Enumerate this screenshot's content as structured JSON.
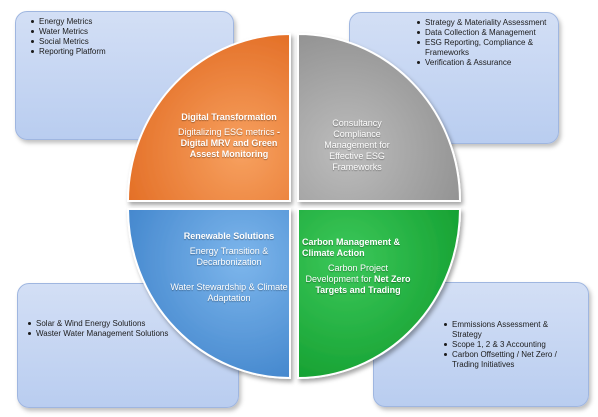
{
  "callouts": {
    "top_left": [
      "Energy Metrics",
      "Water Metrics",
      "Social Metrics",
      "Reporting Platform"
    ],
    "top_right": [
      "Strategy & Materiality Assessment",
      "Data Collection & Management",
      "ESG Reporting, Compliance & Frameworks",
      "Verification & Assurance"
    ],
    "bottom_left": [
      "Solar & Wind Energy Solutions",
      "Waster Water Management Solutions"
    ],
    "bottom_right": [
      "Emmissions Assessment & Strategy",
      "Scope 1, 2 & 3 Accounting",
      "Carbon Offsetting / Net Zero / Trading Initiatives"
    ]
  },
  "quadrants": {
    "top_left": {
      "title": "Digital Transformation",
      "body_plain": "Digitalizing ESG metrics",
      "body_bold": "- Digital MRV and Green Assest Monitoring",
      "color": "#ef7d2f"
    },
    "top_right": {
      "title": "",
      "body": "Consultancy Compliance Management for Effective ESG Frameworks",
      "color": "#9d9d9d"
    },
    "bottom_left": {
      "title": "Renewable Solutions",
      "body": "Energy Transition & Decarbonization",
      "body2": "Water Stewardship & Climate Adaptation",
      "color": "#4f94d8"
    },
    "bottom_right": {
      "title": "Carbon Management & Climate Action",
      "body_plain": "Carbon Project Development for",
      "body_bold": "Net Zero Targets and Trading",
      "color": "#1fae3e"
    }
  }
}
